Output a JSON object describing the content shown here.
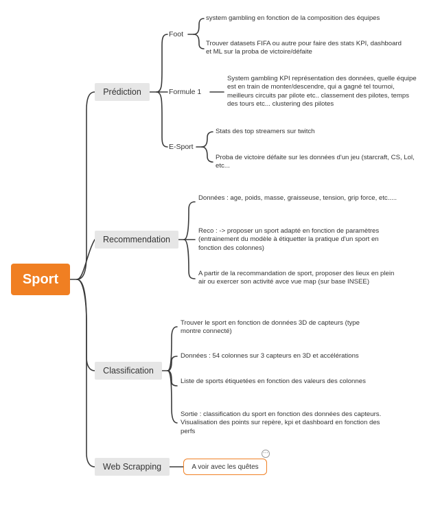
{
  "root": {
    "label": "Sport"
  },
  "branches": {
    "prediction": {
      "label": "Prédiction",
      "foot": {
        "label": "Foot",
        "items": [
          "system gambling en fonction de la composition des équipes",
          "Trouver datasets FIFA ou autre pour faire des stats KPI, dashboard et ML sur la proba de victoire/défaite"
        ]
      },
      "formule1": {
        "label": "Formule 1",
        "items": [
          "System gambling KPI représentation des données, quelle équipe est en train de monter/descendre, qui a gagné tel tournoi, meilleurs circuits par pilote etc.. classement des pilotes, temps des tours etc... clustering des pilotes"
        ]
      },
      "esport": {
        "label": "E-Sport",
        "items": [
          "Stats des top streamers sur twitch",
          "Proba de victoire défaite sur les données d'un jeu (starcraft, CS, Lol, etc..."
        ]
      }
    },
    "recommendation": {
      "label": "Recommendation",
      "items": [
        "Données : age, poids, masse, graisseuse, tension, grip force, etc.....",
        "Reco : -> proposer un sport adapté en fonction de paramètres (entrainement du modèle à étiquetter la pratique d'un sport en fonction des colonnes)",
        "A partir de la recommandation de sport, proposer des lieux en plein air ou exercer son activité avce vue map (sur base INSEE)"
      ]
    },
    "classification": {
      "label": "Classification",
      "items": [
        "Trouver le sport en fonction de données 3D de capteurs (type montre connecté)",
        "Données : 54 colonnes sur 3 capteurs en 3D et accélérations",
        "Liste de sports étiquetées en fonction des valeurs des colonnes",
        "Sortie : classification du sport en fonction des données des capteurs. Visualisation des points sur repère, kpi et dashboard en fonction des perfs"
      ]
    },
    "webscrapping": {
      "label": "Web Scrapping",
      "items": [
        "A voir avec les quêtes"
      ],
      "more_symbol": "⋯"
    }
  },
  "colors": {
    "root": "#f07f22",
    "branch_bg": "#e6e6e6",
    "line": "#3a3a3a",
    "quest_border": "#f07f22"
  }
}
